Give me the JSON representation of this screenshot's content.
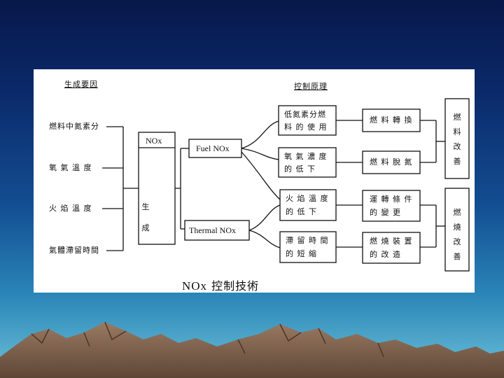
{
  "diagram": {
    "header_left": "生成要因",
    "header_right": "控制原理",
    "factors": [
      "燃料中氮素分",
      "氧 氣 溫 度",
      "火 焰 溫 度",
      "氣體滯留時間"
    ],
    "nox_label": "NOx",
    "gen_label": "生成",
    "fuel_nox": "Fuel NOx",
    "thermal_nox": "Thermal NOx",
    "principles": [
      {
        "line1": "低氮素分燃",
        "line2": "料 的 使 用"
      },
      {
        "line1": "氧 氣 濃 度",
        "line2": "的 低 下"
      },
      {
        "line1": "火 焰 溫 度",
        "line2": "的 低 下"
      },
      {
        "line1": "滯 留 時 間",
        "line2": "的 短 縮"
      }
    ],
    "methods": [
      {
        "line1": "燃 料 轉 換",
        "line2": ""
      },
      {
        "line1": "燃 料 脫 氮",
        "line2": ""
      },
      {
        "line1": "運 轉 條 件",
        "line2": "的 變 更"
      },
      {
        "line1": "燃 燒 裝 置",
        "line2": "的 改 造"
      }
    ],
    "improve_fuel": "燃料改善",
    "improve_combustion": "燃燒改善",
    "caption_en": "NOx",
    "caption_zh": "控制技術"
  },
  "colors": {
    "sky_top": "#07184a",
    "sky_bottom": "#6cc0d8",
    "mountain": "#8a6a55",
    "panel": "#ffffff",
    "ink": "#111111"
  }
}
